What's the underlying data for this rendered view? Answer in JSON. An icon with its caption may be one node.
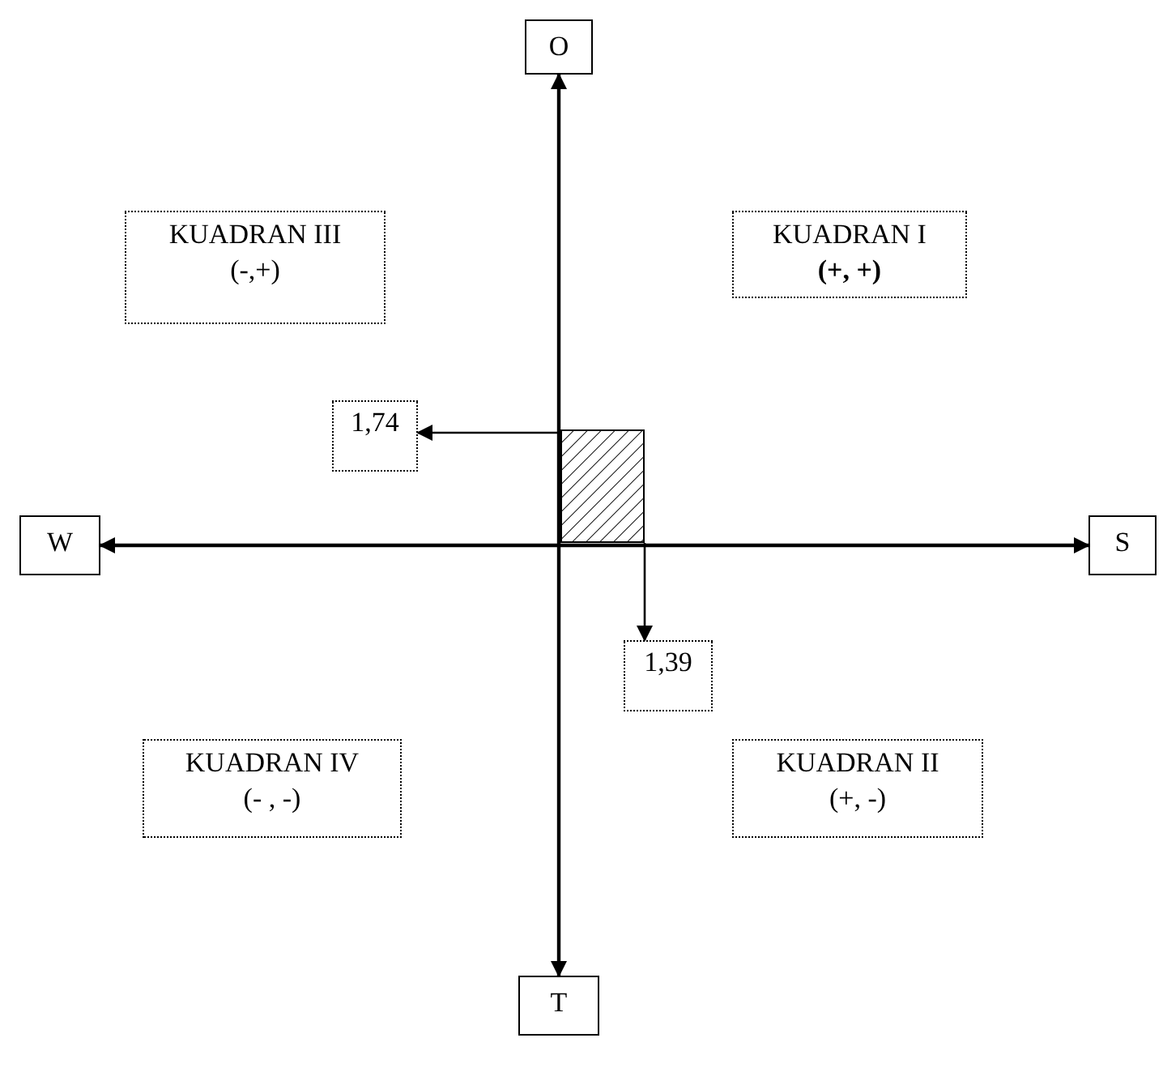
{
  "diagram": {
    "nodes": [
      {
        "text": [
          "O"
        ]
      },
      {
        "text": [
          "KUADRAN III",
          "(-,+)"
        ]
      },
      {
        "text": [
          "KUADRAN I",
          "(+, +)"
        ]
      },
      {
        "text": [
          "1,74"
        ]
      },
      {
        "text": [],
        "shape": "box"
      },
      {
        "text": [
          "W"
        ]
      },
      {
        "text": [
          "S"
        ]
      },
      {
        "text": [
          "1,39"
        ]
      },
      {
        "text": [
          "KUADRAN IV",
          "(- , -)"
        ]
      },
      {
        "text": [
          "KUADRAN II",
          "(+, -)"
        ]
      },
      {
        "text": [
          "T"
        ]
      }
    ],
    "edges": [
      {
        "from": 10,
        "to": 0,
        "arrow": "both"
      },
      {
        "from": 5,
        "to": 6,
        "arrow": "both"
      },
      {
        "from": 4,
        "to": 3,
        "arrow": "to"
      },
      {
        "from": 4,
        "to": 7,
        "arrow": "to"
      }
    ]
  }
}
